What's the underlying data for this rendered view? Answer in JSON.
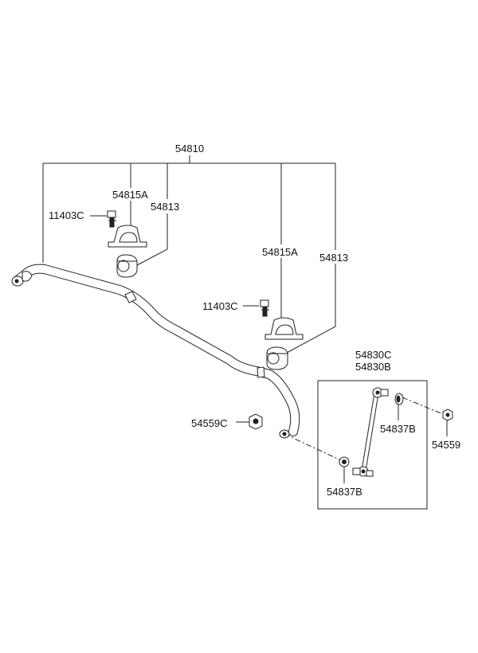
{
  "diagram": {
    "labels": {
      "assembly": "54810",
      "bushing_left": "54815A",
      "bracket_left": "54813",
      "bolt_left": "11403C",
      "bushing_right": "54815A",
      "bracket_right": "54813",
      "bolt_right": "11403C",
      "link_c": "54830C",
      "link_b": "54830B",
      "nut_c": "54559C",
      "dust_cover_upper": "54837B",
      "nut_upper": "54559",
      "dust_cover_lower": "54837B"
    }
  }
}
